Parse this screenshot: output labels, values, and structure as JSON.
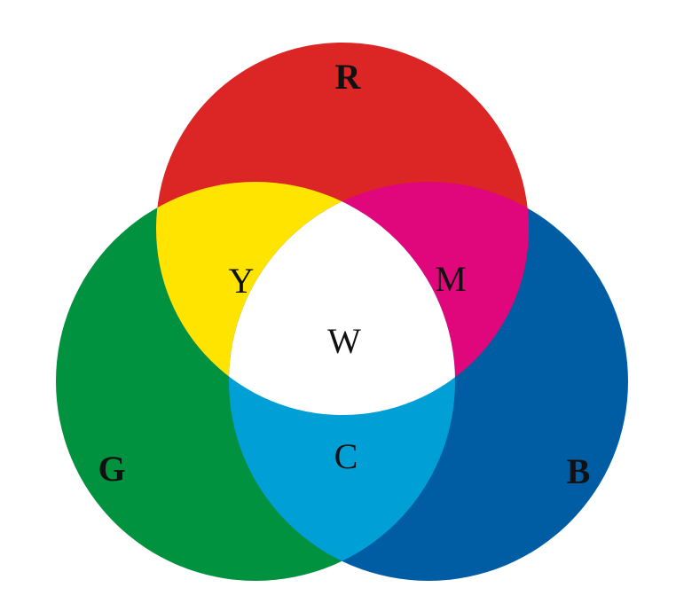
{
  "diagram": {
    "circles": [
      {
        "id": "red",
        "label": "R",
        "color": "#dc2525"
      },
      {
        "id": "green",
        "label": "G",
        "color": "#00923f"
      },
      {
        "id": "blue",
        "label": "B",
        "color": "#005da4"
      }
    ],
    "overlaps": [
      {
        "id": "yellow",
        "label": "Y",
        "color": "#ffe400"
      },
      {
        "id": "magenta",
        "label": "M",
        "color": "#e0067b"
      },
      {
        "id": "cyan",
        "label": "C",
        "color": "#00a0d6"
      },
      {
        "id": "white",
        "label": "W",
        "color": "#ffffff"
      }
    ],
    "background": "#ffffff",
    "text_color": "#111111"
  }
}
